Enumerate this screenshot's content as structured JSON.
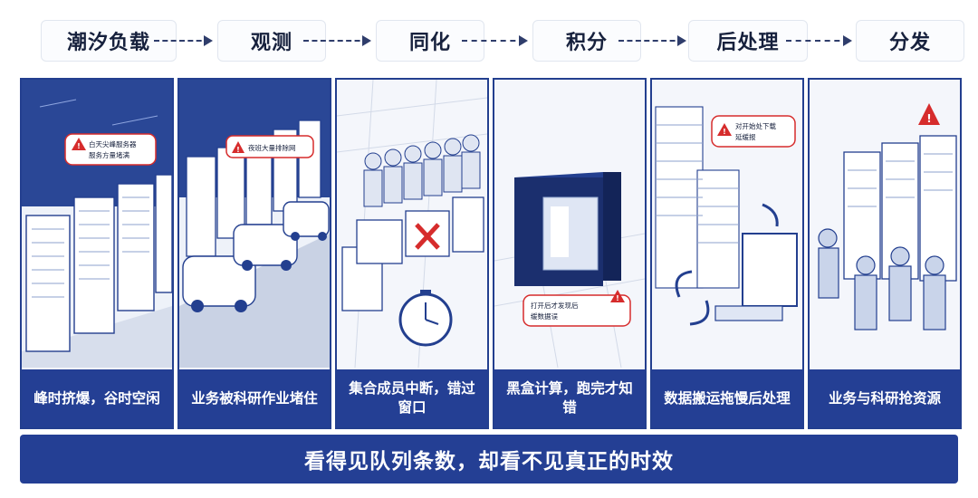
{
  "steps": [
    "潮汐负载",
    "观测",
    "同化",
    "积分",
    "后处理",
    "分发"
  ],
  "panels": [
    {
      "caption": "峰时挤爆，谷时空闲",
      "alert": "白天尖峰服务器\n服务方量堵满"
    },
    {
      "caption": "业务被科研作业堵住",
      "alert": "夜班大量排除网"
    },
    {
      "caption": "集合成员中断，错过窗口"
    },
    {
      "caption": "黑盒计算，跑完才知错",
      "alert": "打开后才发现后\n缓数据误"
    },
    {
      "caption": "数据搬运拖慢后处理",
      "alert": "对开始处下载\n延缓报"
    },
    {
      "caption": "业务与科研抢资源"
    }
  ],
  "banner": "看得见队列条数，却看不见真正的时效",
  "colors": {
    "navy": "#243f94",
    "alert_red": "#d62c2c",
    "ink": "#17213d"
  }
}
